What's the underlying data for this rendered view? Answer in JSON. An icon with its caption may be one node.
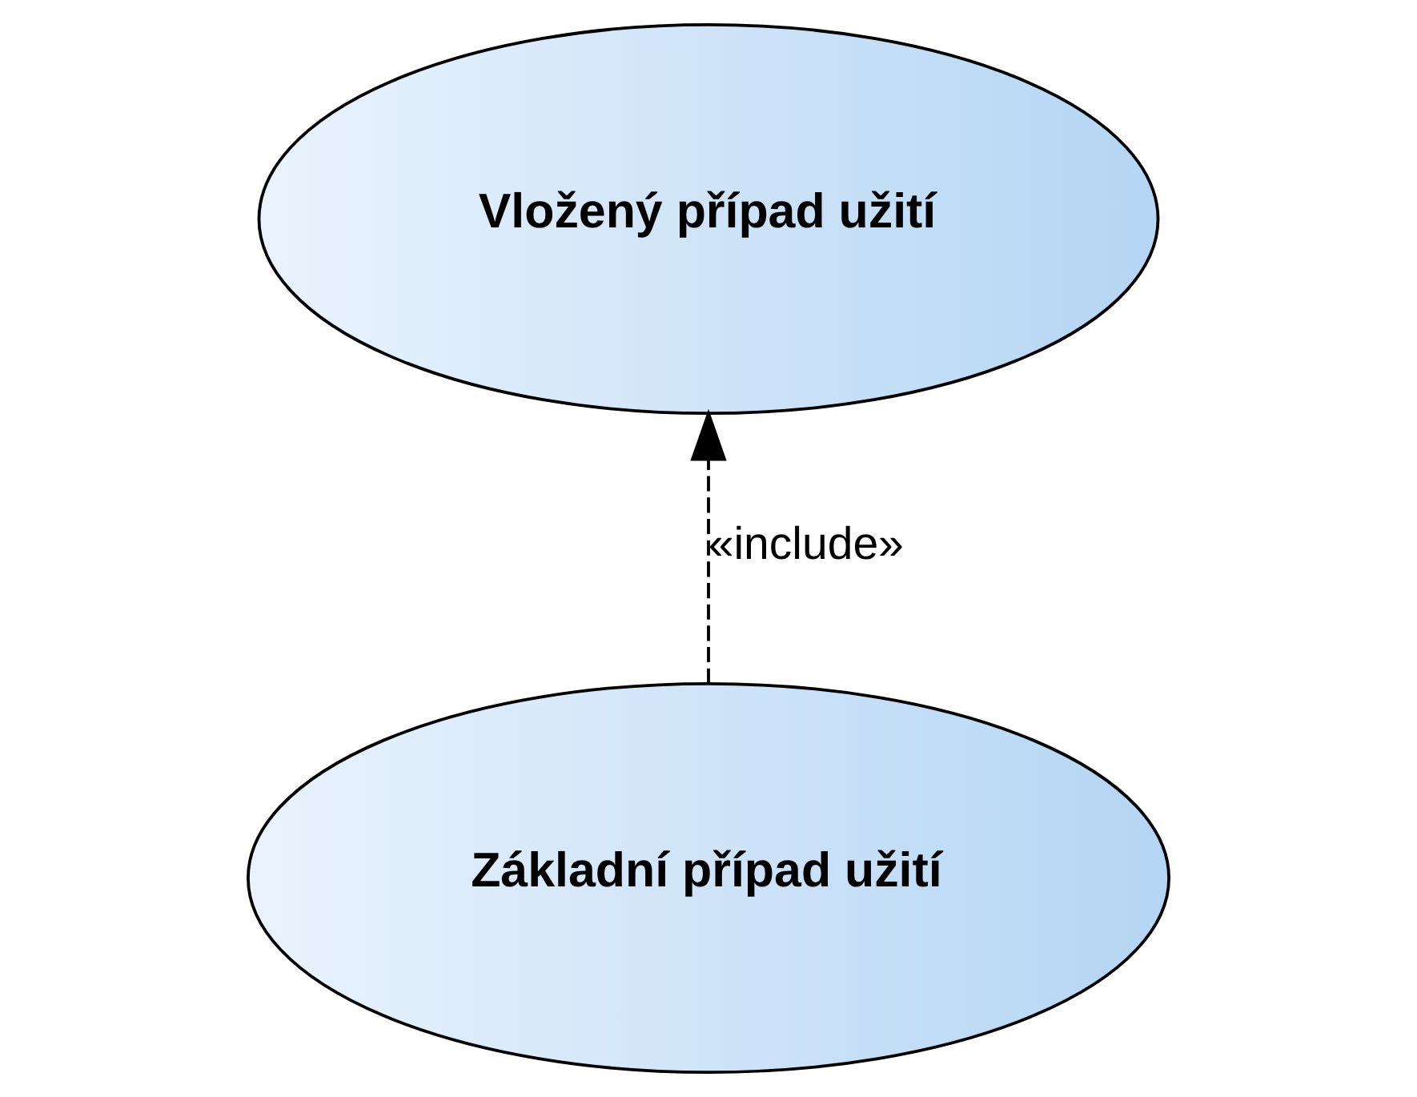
{
  "diagram": {
    "nodes": [
      {
        "text": [
          "Vložený případ užití"
        ]
      },
      {
        "text": [
          "Základní případ užití"
        ]
      }
    ],
    "edges": [
      {
        "from": 1,
        "to": 0,
        "arrow": "to",
        "label": "«include»",
        "style": "dashed"
      }
    ]
  }
}
